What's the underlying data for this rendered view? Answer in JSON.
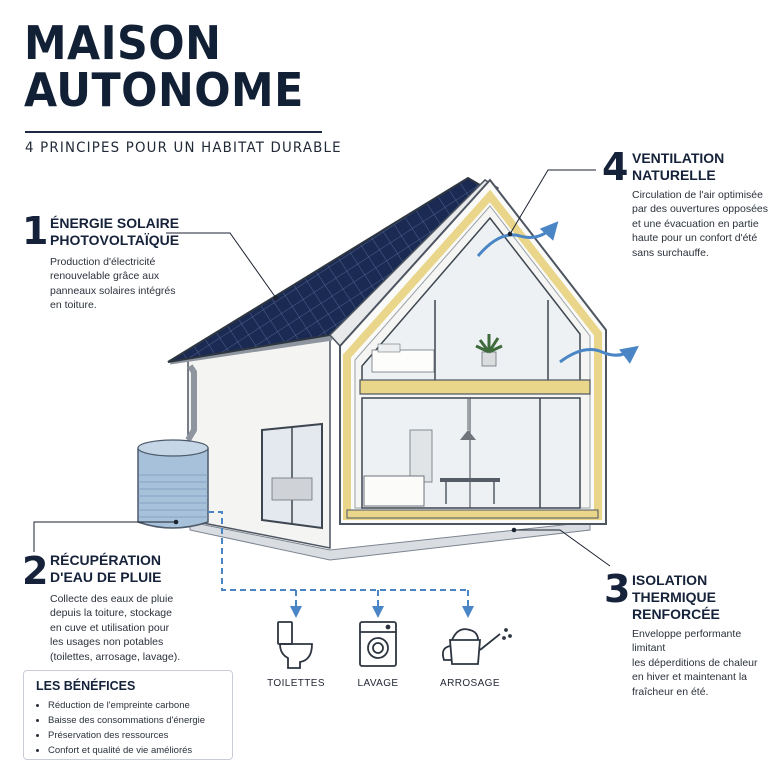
{
  "title": {
    "line1": "MAISON",
    "line2": "AUTONOME"
  },
  "subtitle": "4 PRINCIPES POUR UN HABITAT DURABLE",
  "callouts": [
    {
      "number": "1",
      "heading_lines": [
        "ÉNERGIE SOLAIRE",
        "PHOTOVOLTAÏQUE"
      ],
      "description_lines": [
        "Production d'électricité",
        "renouvelable grâce aux",
        "panneaux solaires intégrés",
        "en toiture."
      ]
    },
    {
      "number": "2",
      "heading_lines": [
        "RÉCUPÉRATION",
        "D'EAU DE PLUIE"
      ],
      "description_lines": [
        "Collecte des eaux de pluie",
        "depuis la toiture, stockage",
        "en cuve et utilisation pour",
        "les usages non potables",
        "(toilettes, arrosage, lavage)."
      ]
    },
    {
      "number": "3",
      "heading_lines": [
        "ISOLATION",
        "THERMIQUE",
        "RENFORCÉE"
      ],
      "description_lines": [
        "Enveloppe performante limitant",
        "les déperditions de chaleur",
        "en hiver et maintenant la",
        "fraîcheur en été."
      ]
    },
    {
      "number": "4",
      "heading_lines": [
        "VENTILATION",
        "NATURELLE"
      ],
      "description_lines": [
        "Circulation de l'air optimisée",
        "par des ouvertures opposées",
        "et une évacuation en partie",
        "haute pour un confort d'été",
        "sans surchauffe."
      ]
    }
  ],
  "benefits": {
    "title": "LES BÉNÉFICES",
    "items": [
      "Réduction de l'empreinte carbone",
      "Baisse des consommations d'énergie",
      "Préservation des ressources",
      "Confort et qualité de vie améliorés"
    ]
  },
  "water_uses": [
    {
      "label": "TOILETTES",
      "icon": "toilet-icon"
    },
    {
      "label": "LAVAGE",
      "icon": "washing-machine-icon"
    },
    {
      "label": "ARROSAGE",
      "icon": "watering-can-icon"
    }
  ],
  "colors": {
    "title": "#122036",
    "solar_panel": "#1b2a52",
    "insulation": "#e9d68a",
    "airflow": "#4a86c5",
    "water_tank": "#9fb9d4",
    "pipe_dashed": "#4a86c5",
    "wall": "#f7f7f5",
    "glass": "#e7edf2"
  }
}
